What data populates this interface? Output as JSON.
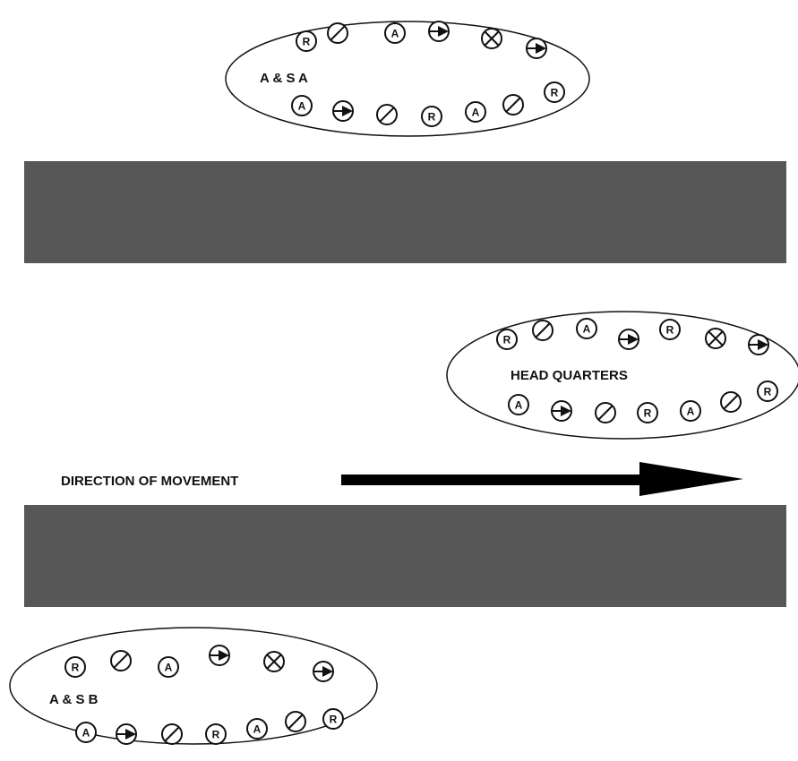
{
  "colors": {
    "road": "#575757",
    "stroke": "#111111",
    "background": "#ffffff"
  },
  "groups": [
    {
      "label": "A & S A",
      "top_row": [
        "R",
        "slash",
        "A",
        "arrow",
        "cross",
        "arrow"
      ],
      "bottom_row": [
        "A",
        "arrow",
        "slash",
        "R",
        "A",
        "slash",
        "R"
      ]
    },
    {
      "label": "HEAD QUARTERS",
      "top_row": [
        "R",
        "slash",
        "A",
        "arrow",
        "R",
        "cross",
        "arrow"
      ],
      "bottom_row": [
        "A",
        "arrow",
        "slash",
        "R",
        "A",
        "slash",
        "R"
      ]
    },
    {
      "label": "A & S B",
      "top_row": [
        "R",
        "slash",
        "A",
        "arrow",
        "cross",
        "arrow"
      ],
      "bottom_row": [
        "A",
        "arrow",
        "slash",
        "R",
        "A",
        "slash",
        "R"
      ]
    }
  ],
  "direction_label": "DIRECTION OF MOVEMENT"
}
